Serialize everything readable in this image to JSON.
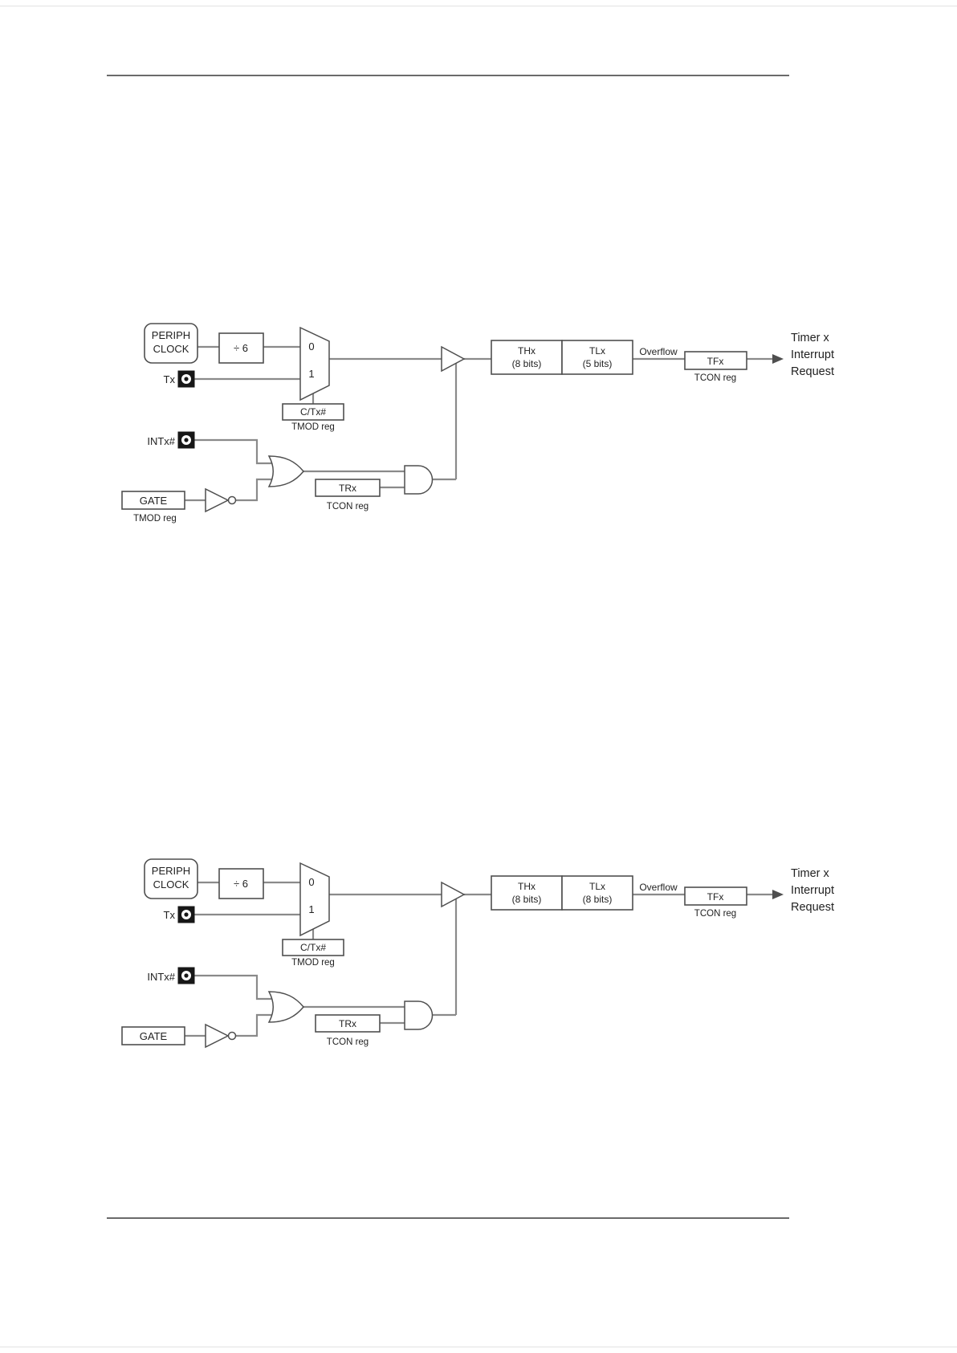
{
  "diagrams": [
    {
      "periph_clock_line1": "PERIPH",
      "periph_clock_line2": "CLOCK",
      "divider_label": "÷ 6",
      "mux_input_0": "0",
      "mux_input_1": "1",
      "tx_label": "Tx",
      "ctx_label": "C/Tx#",
      "ctx_reg": "TMOD reg",
      "thx_label": "THx",
      "thx_bits": "(8 bits)",
      "tlx_label": "TLx",
      "tlx_bits": "(5 bits)",
      "overflow_label": "Overflow",
      "tfx_label": "TFx",
      "tfx_reg": "TCON reg",
      "output_line1": "Timer x",
      "output_line2": "Interrupt",
      "output_line3": "Request",
      "intx_label": "INTx#",
      "trx_label": "TRx",
      "trx_reg": "TCON reg",
      "gate_label": "GATE",
      "gate_reg": "TMOD reg"
    },
    {
      "periph_clock_line1": "PERIPH",
      "periph_clock_line2": "CLOCK",
      "divider_label": "÷ 6",
      "mux_input_0": "0",
      "mux_input_1": "1",
      "tx_label": "Tx",
      "ctx_label": "C/Tx#",
      "ctx_reg": "TMOD reg",
      "thx_label": "THx",
      "thx_bits": "(8 bits)",
      "tlx_label": "TLx",
      "tlx_bits": "(8 bits)",
      "overflow_label": "Overflow",
      "tfx_label": "TFx",
      "tfx_reg": "TCON reg",
      "output_line1": "Timer x",
      "output_line2": "Interrupt",
      "output_line3": "Request",
      "intx_label": "INTx#",
      "trx_label": "TRx",
      "trx_reg": "TCON reg",
      "gate_label": "GATE",
      "gate_reg": ""
    }
  ]
}
